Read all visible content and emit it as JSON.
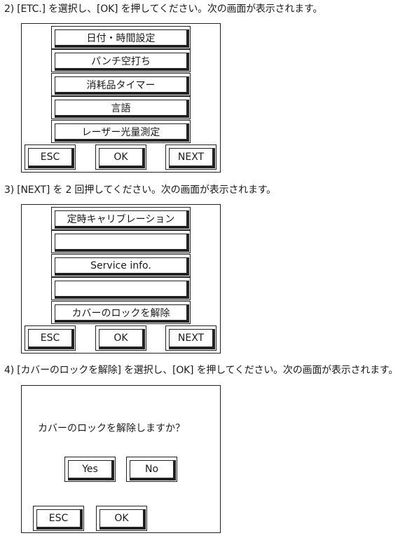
{
  "steps": {
    "step2": "2) [ETC.] を選択し、[OK] を押してください。次の画面が表示されます。",
    "step3": "3) [NEXT] を 2 回押してください。次の画面が表示されます。",
    "step4": "4) [カバーのロックを解除] を選択し、[OK] を押してください。次の画面が表示されます。"
  },
  "screen1": {
    "menu": [
      "日付・時間設定",
      "パンチ空打ち",
      "消耗品タイマー",
      "言語",
      "レーザー光量測定"
    ],
    "esc": "ESC",
    "ok": "OK",
    "next": "NEXT"
  },
  "screen2": {
    "menu": [
      "定時キャリブレーション",
      "",
      "Service info.",
      "",
      "カバーのロックを解除"
    ],
    "esc": "ESC",
    "ok": "OK",
    "next": "NEXT"
  },
  "screen3": {
    "message": "カバーのロックを解除しますか？",
    "yes": "Yes",
    "no": "No",
    "esc": "ESC",
    "ok": "OK"
  }
}
